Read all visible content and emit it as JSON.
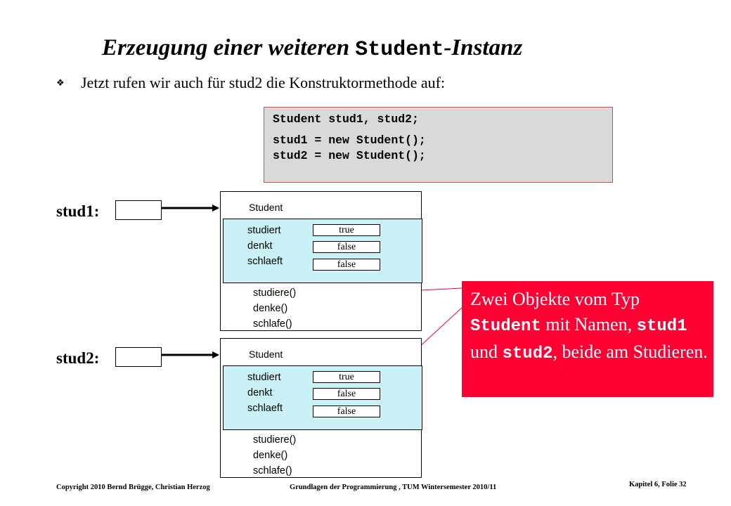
{
  "slide": {
    "title_prefix": "Erzeugung einer weiteren ",
    "title_code": "Student",
    "title_suffix": "-Instanz",
    "bullet_icon": "diamond-bullet-icon",
    "bullet_text": "Jetzt rufen wir auch für stud2 die Konstruktormethode auf:"
  },
  "code": {
    "lines": [
      "Student stud1, stud2;",
      "stud1 = new Student();",
      "stud2 = new Student();"
    ]
  },
  "objects": [
    {
      "var_label": "stud1:",
      "class_name": "Student",
      "attributes": [
        {
          "name": "studiert",
          "value": "true"
        },
        {
          "name": "denkt",
          "value": "false"
        },
        {
          "name": "schlaeft",
          "value": "false"
        }
      ],
      "methods": [
        "studiere()",
        "denke()",
        "schlafe()"
      ]
    },
    {
      "var_label": "stud2:",
      "class_name": "Student",
      "attributes": [
        {
          "name": "studiert",
          "value": "true"
        },
        {
          "name": "denkt",
          "value": "false"
        },
        {
          "name": "schlaeft",
          "value": "false"
        }
      ],
      "methods": [
        "studiere()",
        "denke()",
        "schlafe()"
      ]
    }
  ],
  "callout": {
    "part1": "Zwei Objekte vom Typ ",
    "code1": "Student",
    "part2": " mit Namen, ",
    "code2": "stud1",
    "part3": " und ",
    "code3": "stud2",
    "part4": ", beide am Studieren."
  },
  "footer": {
    "copyright": "Copyright 2010 Bernd Brügge, Christian Herzog",
    "course": "Grundlagen der Programmierung , TUM Wintersemester 2010/11",
    "slide_no": "Kapitel 6, Folie 32"
  },
  "colors": {
    "callout_bg": "#ff0033",
    "attr_bg": "#c9f1f6",
    "code_bg": "#d9d9d9"
  }
}
